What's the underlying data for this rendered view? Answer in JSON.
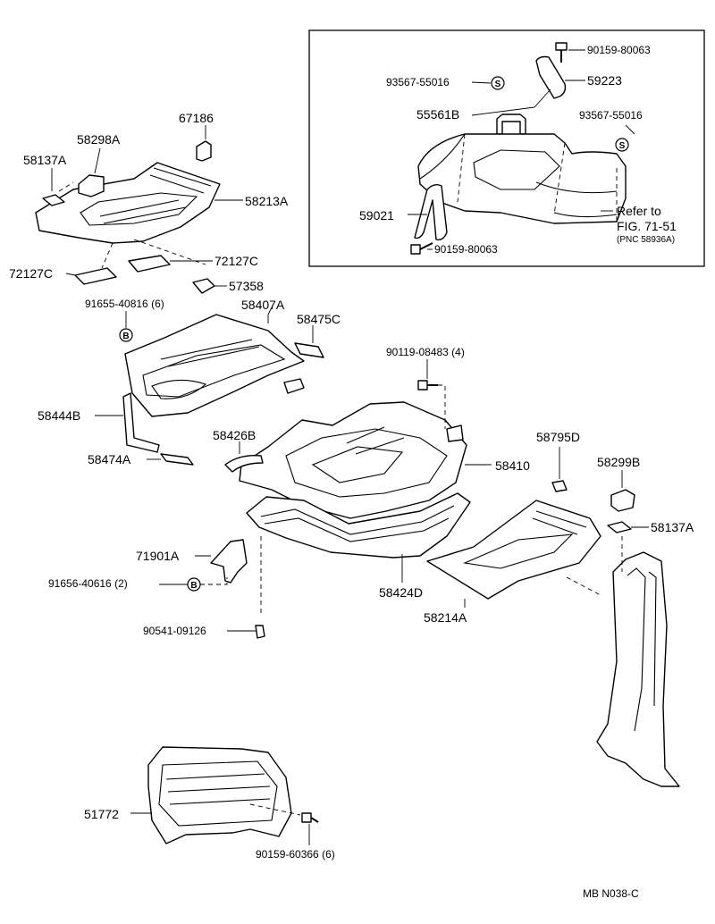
{
  "diagram": {
    "parts": {
      "p_90159_80063_top": "90159-80063",
      "p_59223": "59223",
      "p_93567_55016_a": "93567-55016",
      "p_55561B": "55561B",
      "p_93567_55016_b": "93567-55016",
      "p_59021": "59021",
      "p_90159_80063_bot": "90159-80063",
      "p_refer_line1": "Refer to",
      "p_refer_line2": "FIG. 71-51",
      "p_refer_line3": "(PNC 58936A)",
      "p_67186": "67186",
      "p_58298A": "58298A",
      "p_58137A_top": "58137A",
      "p_58213A": "58213A",
      "p_72127C_right": "72127C",
      "p_72127C_left": "72127C",
      "p_57358": "57358",
      "p_91655_40816": "91655-40816 (6)",
      "p_58407A": "58407A",
      "p_58475C": "58475C",
      "p_90119_08483": "90119-08483 (4)",
      "p_58444B": "58444B",
      "p_58426B": "58426B",
      "p_58795D": "58795D",
      "p_58474A": "58474A",
      "p_58410": "58410",
      "p_58299B": "58299B",
      "p_58137A_right": "58137A",
      "p_71901A": "71901A",
      "p_91656_40616": "91656-40616 (2)",
      "p_58424D": "58424D",
      "p_58214A": "58214A",
      "p_90541_09126": "90541-09126",
      "p_51772": "51772",
      "p_90159_60366": "90159-60366 (6)"
    },
    "symbols": {
      "s": "S",
      "b": "B"
    },
    "footer": "MB  N038-C"
  }
}
